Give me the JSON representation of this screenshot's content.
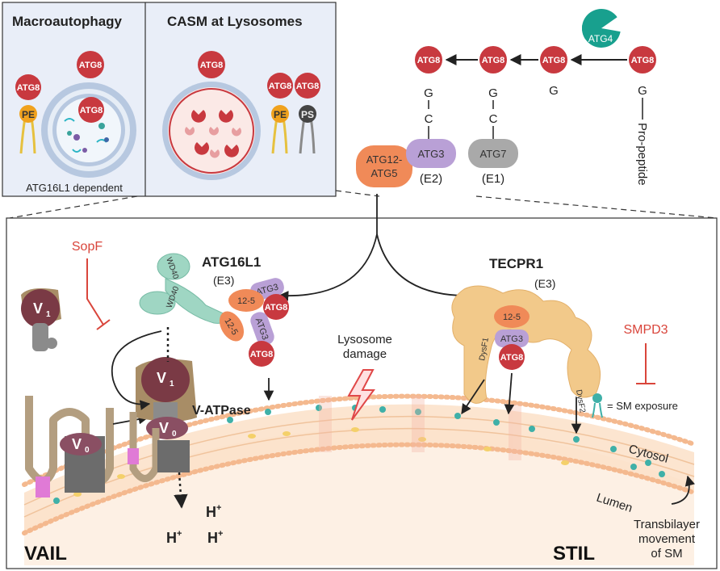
{
  "panels": {
    "macro_title": "Macroautophagy",
    "casm_title": "CASM at Lysosomes",
    "atg16l1_dependent": "ATG16L1 dependent"
  },
  "proteins": {
    "atg8": "ATG8",
    "atg4": "ATG4",
    "atg3": "ATG3",
    "atg7": "ATG7",
    "atg12": "ATG12-",
    "atg5": "ATG5",
    "e1": "(E1)",
    "e2": "(E2)",
    "e3": "(E3)",
    "g": "G",
    "c": "C",
    "pe": "PE",
    "ps": "PS",
    "propeptide": "Pro-peptide",
    "complex_12_5": "12-5",
    "wd40": "WD40",
    "dysf1": "DysF1",
    "dysf2": "DysF2"
  },
  "lower": {
    "atg16l1": "ATG16L1",
    "tecpr1": "TECPR1",
    "sopf": "SopF",
    "smpd3": "SMPD3",
    "lysosome_damage_1": "Lysosome",
    "lysosome_damage_2": "damage",
    "vatpase": "V-ATPase",
    "v1_main": "V",
    "v1_sub": "1",
    "v0_main": "V",
    "v0_sub": "0",
    "sm_exposure": "= SM exposure",
    "cytosol": "Cytosol",
    "lumen": "Lumen",
    "transbilayer_1": "Transbilayer",
    "transbilayer_2": "movement",
    "transbilayer_3": "of SM",
    "proton": "H",
    "proton_sup": "+",
    "vail": "VAIL",
    "stil": "STIL"
  },
  "colors": {
    "atg8": "#c8393f",
    "atg3": "#b9a0d6",
    "atg5": "#f08a58",
    "atg7": "#a9a9a9",
    "atg4": "#18a08e",
    "inhibitor": "#d9453b",
    "teal": "#3fb0a8",
    "tecpr1": "#f2c98a",
    "atg16l1": "#9fd6c3"
  }
}
